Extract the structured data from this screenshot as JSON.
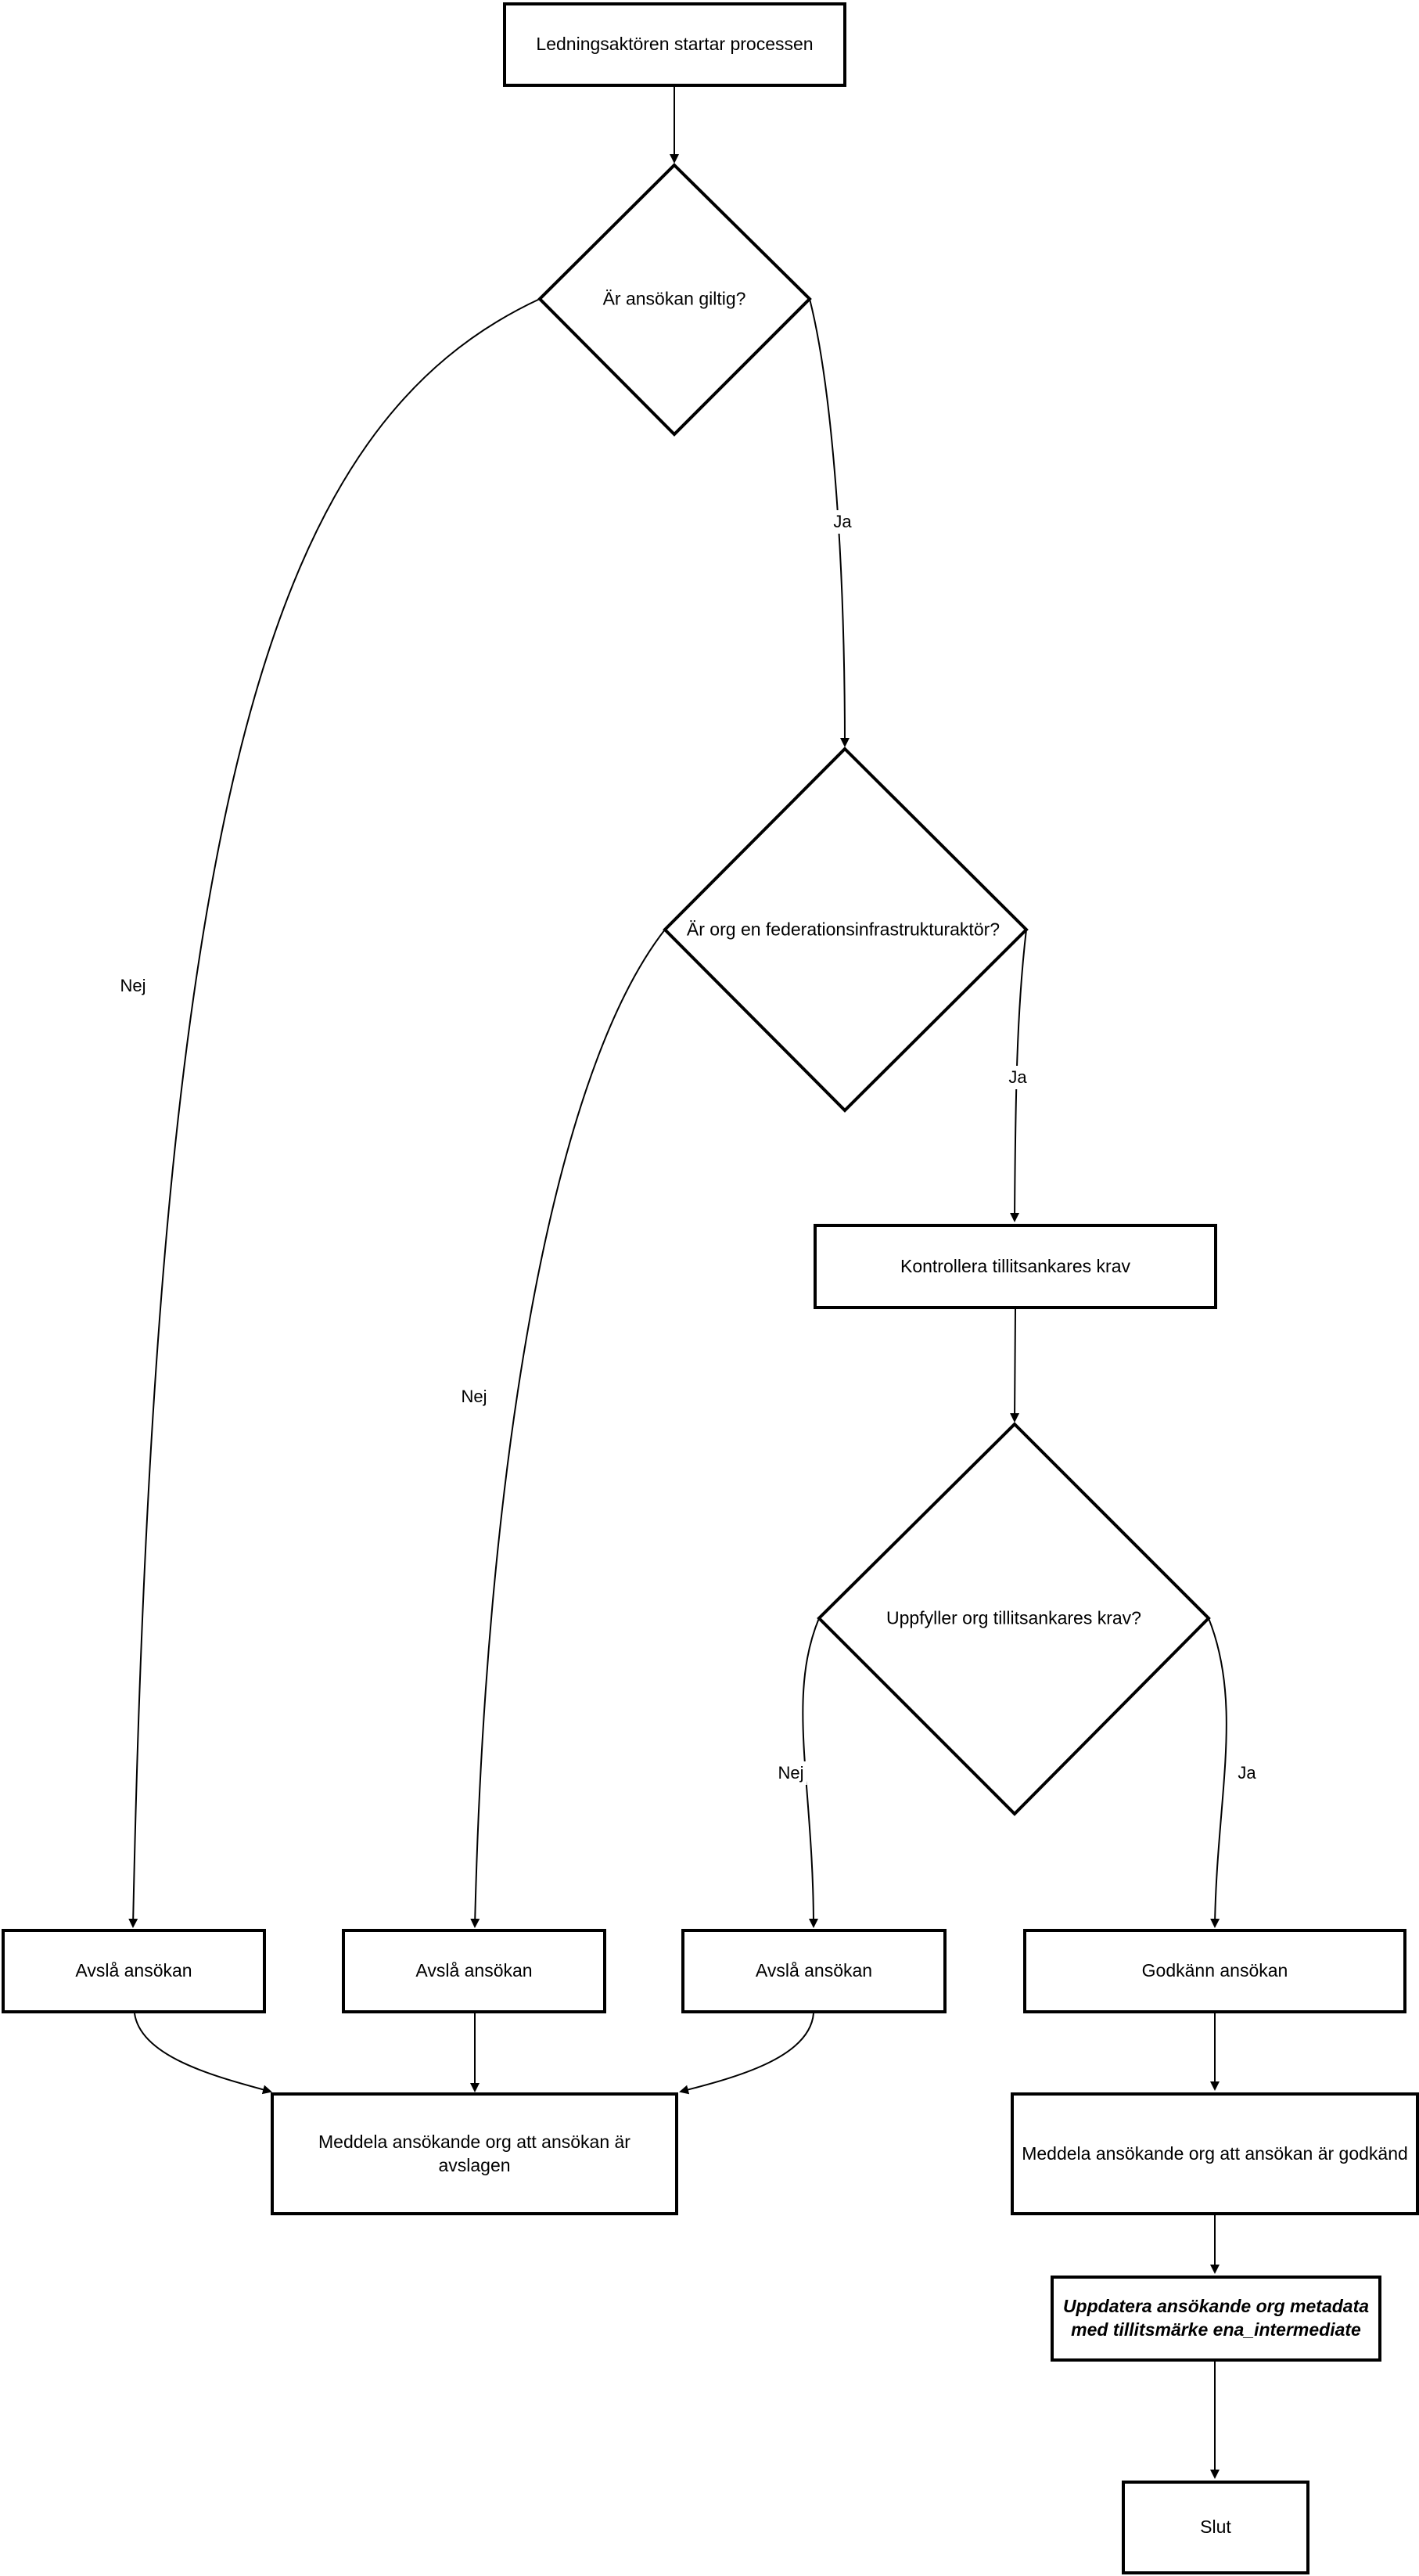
{
  "nodes": {
    "start": "Ledningsaktören startar processen",
    "q_valid": "Är ansökan giltig?",
    "q_federation": "Är org en federationsinfrastrukturaktör?",
    "check_requirements": "Kontrollera tillitsankares krav",
    "q_meets_requirements": "Uppfyller org tillitsankares krav?",
    "reject_1": "Avslå ansökan",
    "reject_2": "Avslå ansökan",
    "reject_3": "Avslå ansökan",
    "approve": "Godkänn ansökan",
    "notify_rejected": "Meddela ansökande org att ansökan är avslagen",
    "notify_approved": "Meddela ansökande org att ansökan är godkänd",
    "update_metadata": "Uppdatera ansökande org metadata med tillitsmärke ena_intermediate",
    "end": "Slut"
  },
  "edge_labels": {
    "valid_yes": "Ja",
    "valid_no": "Nej",
    "federation_yes": "Ja",
    "federation_no": "Nej",
    "meets_no": "Nej",
    "meets_yes": "Ja"
  }
}
